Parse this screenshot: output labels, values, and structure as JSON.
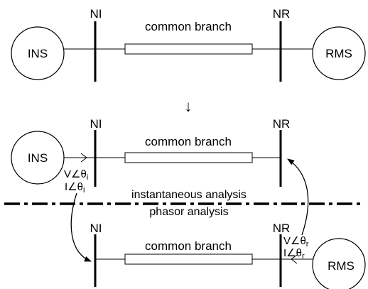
{
  "panel1": {
    "left_source": "INS",
    "right_source": "RMS",
    "left_bus": "NI",
    "right_bus": "NR",
    "branch": "common branch"
  },
  "transition_arrow": "↓",
  "panel2": {
    "left_source": "INS",
    "left_bus": "NI",
    "right_bus": "NR",
    "branch": "common branch",
    "voltage": {
      "symbol": "V∠θ",
      "subscript": "i"
    },
    "current": {
      "symbol": "I∠θ",
      "subscript": "i"
    }
  },
  "divider": {
    "upper_label": "instantaneous analysis",
    "lower_label": "phasor analysis"
  },
  "panel3": {
    "right_source": "RMS",
    "left_bus": "NI",
    "right_bus": "NR",
    "branch": "common branch",
    "voltage": {
      "symbol": "V∠θ",
      "subscript": "r"
    },
    "current": {
      "symbol": "I∠θ",
      "subscript": "r"
    }
  }
}
